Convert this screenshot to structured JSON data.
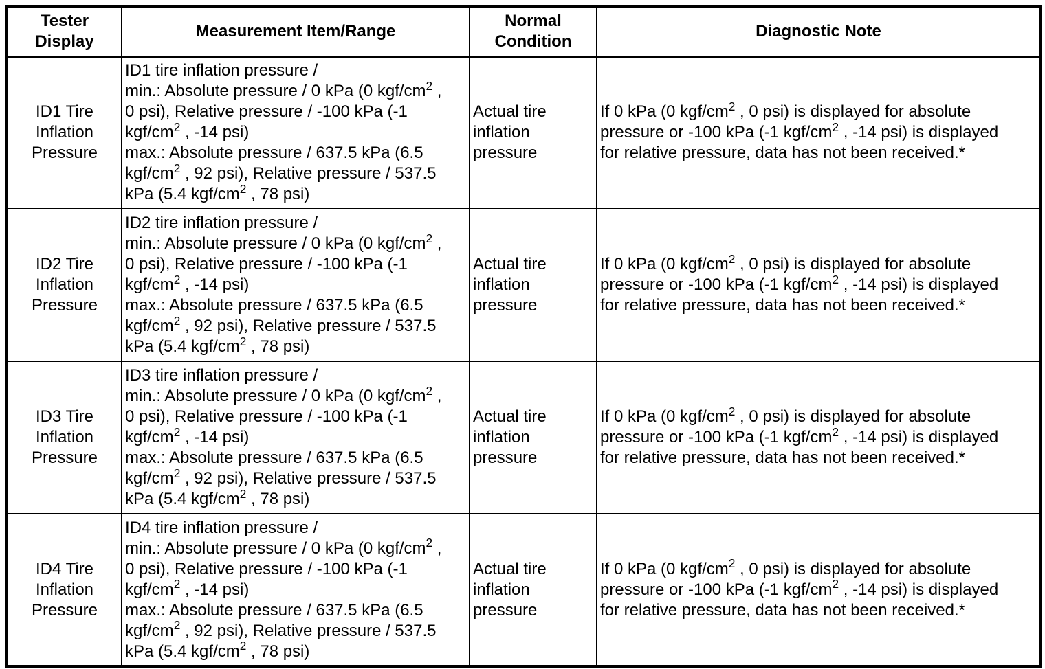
{
  "table": {
    "headers": {
      "tester_display": "Tester Display",
      "measurement": "Measurement Item/Range",
      "normal_condition": "Normal Condition",
      "diagnostic_note": "Diagnostic Note"
    },
    "rows": [
      {
        "tester_display": "ID1 Tire Inflation Pressure",
        "measurement_title": "ID1 tire inflation pressure /",
        "measurement_min": "min.: Absolute pressure / 0 kPa (0 kgf/cm² , 0 psi), Relative pressure / -100 kPa (-1 kgf/cm² , -14 psi)",
        "measurement_max": "max.: Absolute pressure / 637.5 kPa (6.5 kgf/cm² , 92 psi), Relative pressure / 537.5 kPa (5.4 kgf/cm² , 78 psi)",
        "normal_condition": "Actual tire inflation pressure",
        "diagnostic_note": "If 0 kPa (0 kgf/cm² , 0 psi) is displayed for absolute pressure or -100 kPa (-1 kgf/cm² , -14 psi) is displayed for relative pressure, data has not been received.*"
      },
      {
        "tester_display": "ID2 Tire Inflation Pressure",
        "measurement_title": "ID2 tire inflation pressure /",
        "measurement_min": "min.: Absolute pressure / 0 kPa (0 kgf/cm² , 0 psi), Relative pressure / -100 kPa (-1 kgf/cm² , -14 psi)",
        "measurement_max": "max.: Absolute pressure / 637.5 kPa (6.5 kgf/cm² , 92 psi), Relative pressure / 537.5 kPa (5.4 kgf/cm² , 78 psi)",
        "normal_condition": "Actual tire inflation pressure",
        "diagnostic_note": "If 0 kPa (0 kgf/cm² , 0 psi) is displayed for absolute pressure or -100 kPa (-1 kgf/cm² , -14 psi) is displayed for relative pressure, data has not been received.*"
      },
      {
        "tester_display": "ID3 Tire Inflation Pressure",
        "measurement_title": "ID3 tire inflation pressure /",
        "measurement_min": "min.: Absolute pressure / 0 kPa (0 kgf/cm² , 0 psi), Relative pressure / -100 kPa (-1 kgf/cm² , -14 psi)",
        "measurement_max": "max.: Absolute pressure / 637.5 kPa (6.5 kgf/cm² , 92 psi), Relative pressure / 537.5 kPa (5.4 kgf/cm² , 78 psi)",
        "normal_condition": "Actual tire inflation pressure",
        "diagnostic_note": "If 0 kPa (0 kgf/cm² , 0 psi) is displayed for absolute pressure or -100 kPa (-1 kgf/cm² , -14 psi) is displayed for relative pressure, data has not been received.*"
      },
      {
        "tester_display": "ID4 Tire Inflation Pressure",
        "measurement_title": "ID4 tire inflation pressure /",
        "measurement_min": "min.: Absolute pressure / 0 kPa (0 kgf/cm² , 0 psi), Relative pressure / -100 kPa (-1 kgf/cm² , -14 psi)",
        "measurement_max": "max.: Absolute pressure / 637.5 kPa (6.5 kgf/cm² , 92 psi), Relative pressure / 537.5 kPa (5.4 kgf/cm² , 78 psi)",
        "normal_condition": "Actual tire inflation pressure",
        "diagnostic_note": "If 0 kPa (0 kgf/cm² , 0 psi) is displayed for absolute pressure or -100 kPa (-1 kgf/cm² , -14 psi) is displayed for relative pressure, data has not been received.*"
      }
    ],
    "colors": {
      "border": "#000000",
      "background": "#ffffff",
      "text": "#000000"
    }
  }
}
